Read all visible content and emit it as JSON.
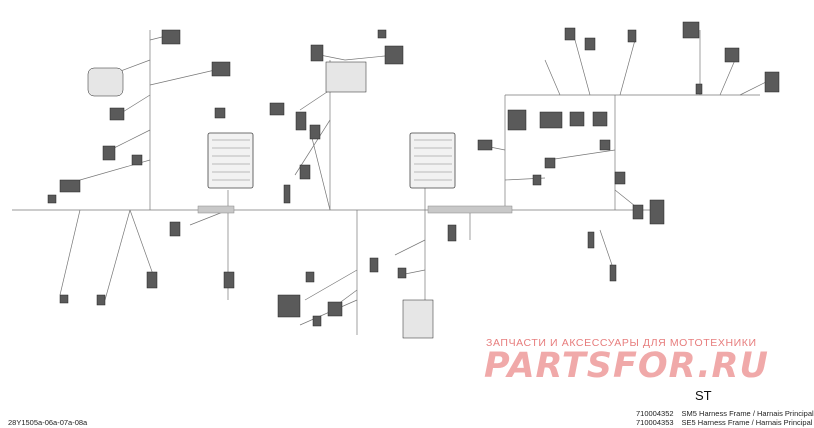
{
  "watermark": {
    "subtitle": "ЗАПЧАСТИ И АКСЕССУАРЫ ДЛЯ МОТОТЕХНИКИ",
    "brand": "PARTSFOR.RU"
  },
  "figure": {
    "variant": "ST",
    "parts": [
      {
        "number": "710004352",
        "description": "SM5 Harness Frame / Harnais Principal"
      },
      {
        "number": "710004353",
        "description": "SE5 Harness Frame / Harnais Principal"
      }
    ],
    "drawing_code": "28Y1505a-06a-07a-08a"
  }
}
